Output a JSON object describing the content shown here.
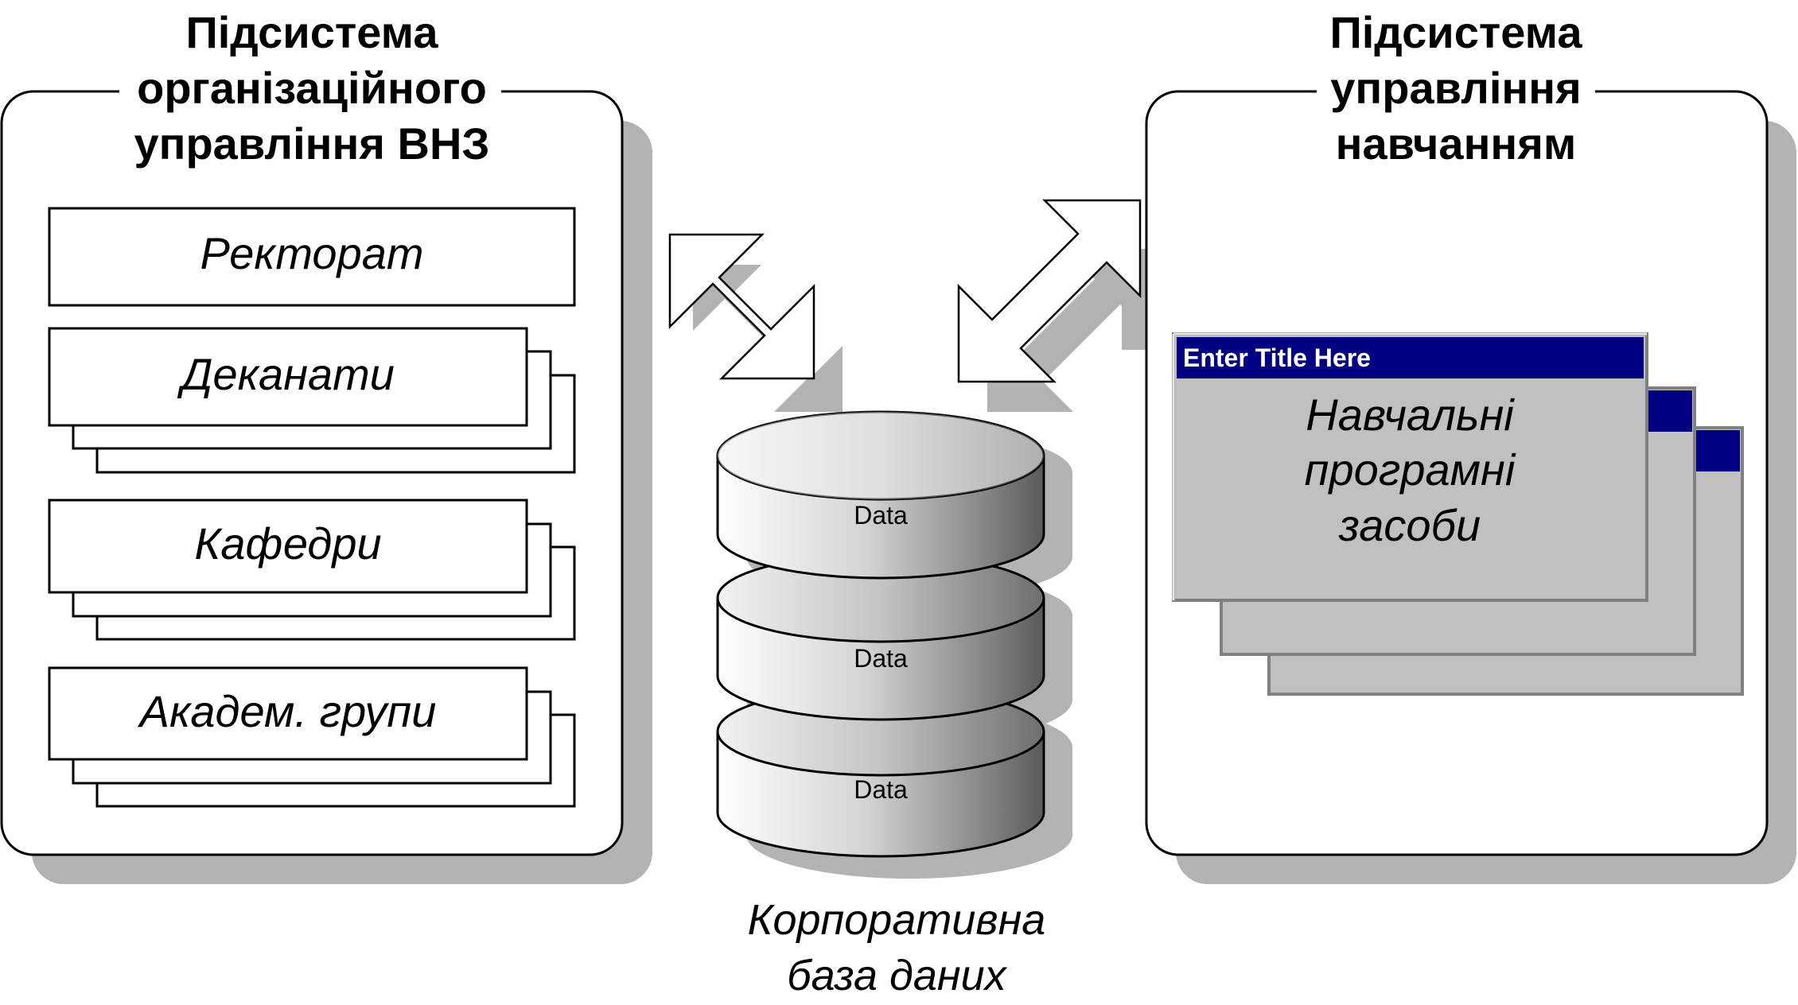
{
  "left_panel": {
    "title_lines": [
      "Підсистема",
      "організаційного",
      "управління ВНЗ"
    ],
    "items": [
      "Ректорат",
      "Деканати",
      "Кафедри",
      "Академ. групи"
    ]
  },
  "right_panel": {
    "title_lines": [
      "Підсистема",
      "управління",
      "навчанням"
    ],
    "window_title": "Enter Title Here",
    "window_text_lines": [
      "Навчальні",
      "програмні",
      "засоби"
    ]
  },
  "database": {
    "disk_labels": [
      "Data",
      "Data",
      "Data"
    ],
    "caption_lines": [
      "Корпоративна",
      "база даних"
    ]
  },
  "colors": {
    "shadow": "#b3b3b3",
    "window_title_bar": "#000080",
    "window_body": "#c0c0c0",
    "panel_border": "#000000"
  }
}
